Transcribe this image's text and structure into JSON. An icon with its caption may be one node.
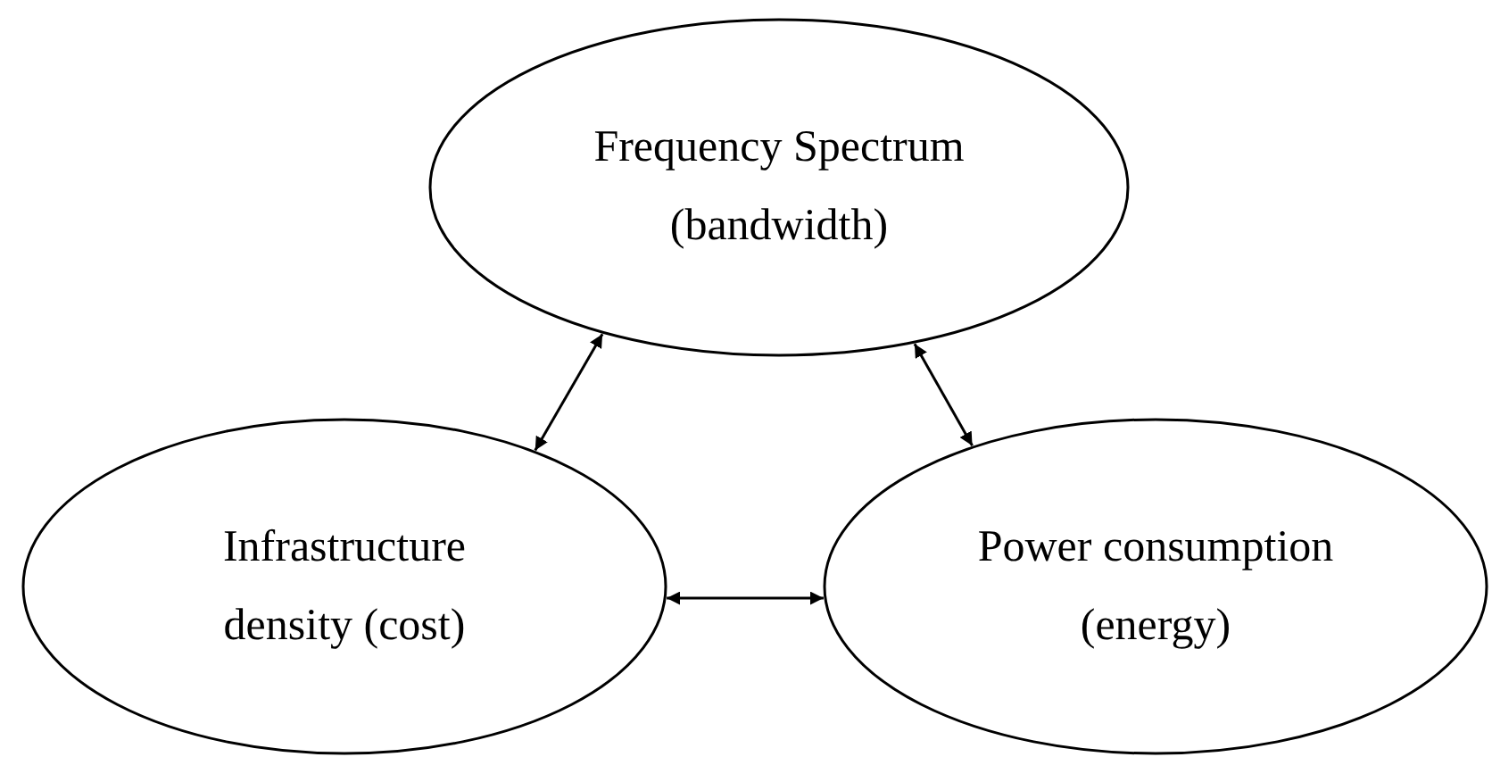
{
  "diagram": {
    "nodes": [
      {
        "text": [
          "Frequency Spectrum (bandwidth)"
        ]
      },
      {
        "text": [
          "Infrastructure density (cost)"
        ]
      },
      {
        "text": [
          "Power consumption (energy)"
        ]
      }
    ],
    "edges": [
      {
        "from": 0,
        "to": 1,
        "arrow": "both"
      },
      {
        "from": 0,
        "to": 2,
        "arrow": "both"
      },
      {
        "from": 1,
        "to": 2,
        "arrow": "both"
      }
    ]
  }
}
